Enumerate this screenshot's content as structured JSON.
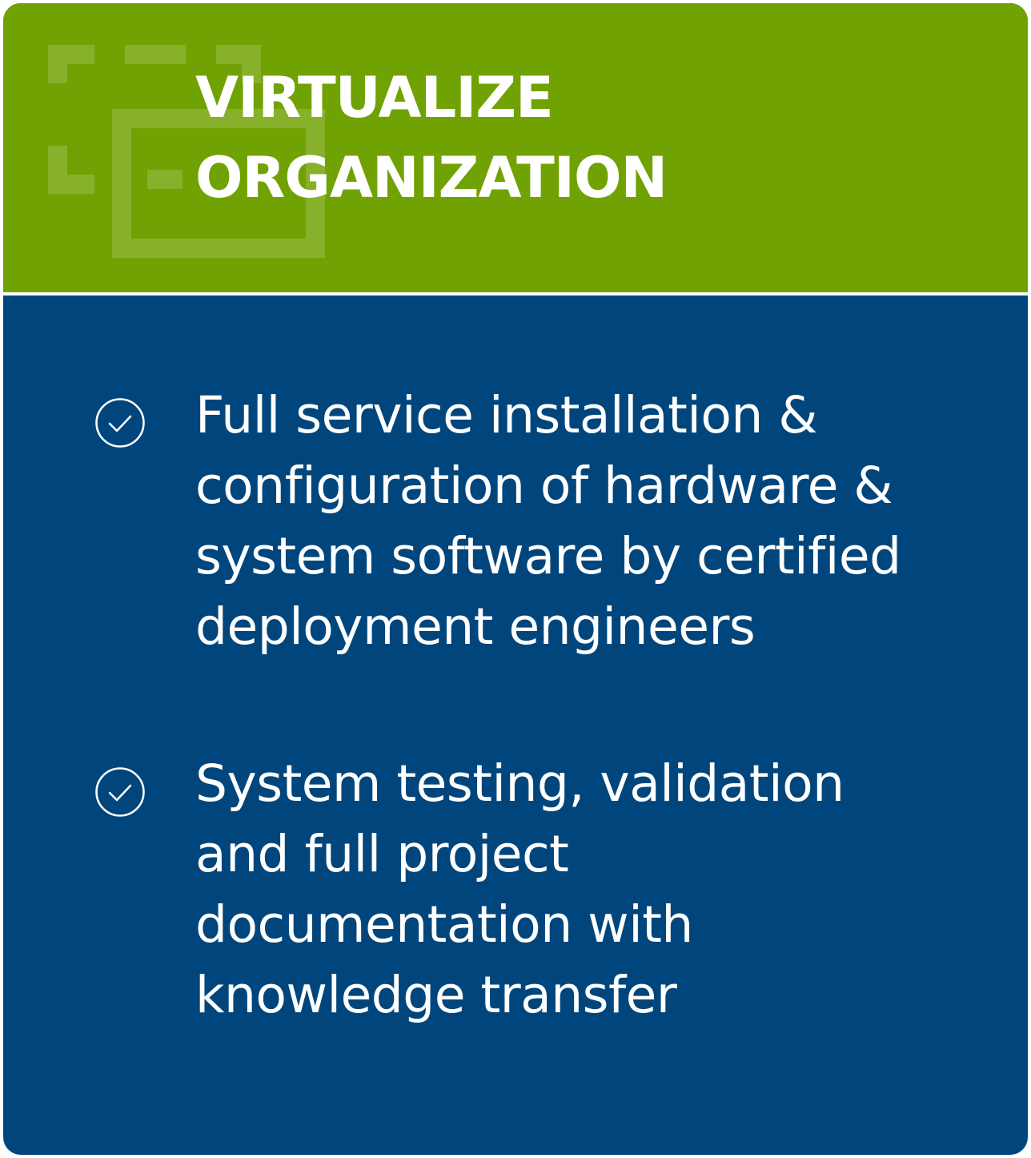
{
  "header": {
    "icon": "virtualize-icon",
    "title_lines": [
      "VIRTUALIZE",
      "ORGANIZATION"
    ]
  },
  "items": [
    {
      "icon": "check-circle-icon",
      "lines": [
        "Full service installation &",
        "configuration of hardware &",
        "system software by certified",
        "deployment engineers"
      ]
    },
    {
      "icon": "check-circle-icon",
      "lines": [
        "System testing, validation",
        "and full project",
        "documentation with",
        "knowledge transfer"
      ]
    }
  ],
  "colors": {
    "header_bg": "#71a203",
    "body_bg": "#00467c",
    "text": "#ffffff"
  }
}
